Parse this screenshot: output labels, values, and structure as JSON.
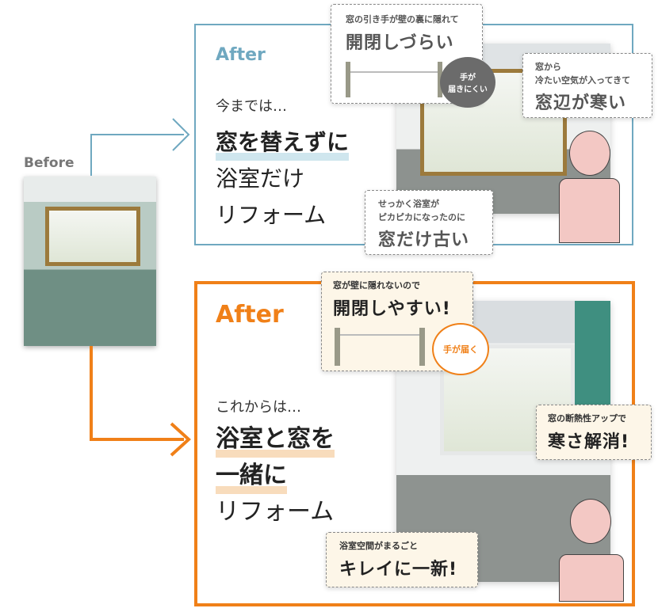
{
  "before": {
    "label": "Before"
  },
  "after_old": {
    "label": "After",
    "line1": "今までは…",
    "line2": "窓を替えずに",
    "line3": "浴室だけ",
    "line4": "リフォーム",
    "callout1": {
      "small": "窓の引き手が壁の裏に隠れて",
      "big": "開閉しづらい"
    },
    "bubble": "手が\n届きにくい",
    "callout2": {
      "small1": "窓から",
      "small2": "冷たい空気が入ってきて",
      "big": "窓辺が寒い"
    },
    "callout3": {
      "small1": "せっかく浴室が",
      "small2": "ピカピカになったのに",
      "big": "窓だけ古い"
    }
  },
  "after_new": {
    "label": "After",
    "line1": "これからは…",
    "line2": "浴室と窓を",
    "line3": "一緒に",
    "line4": "リフォーム",
    "callout1": {
      "small": "窓が壁に隠れないので",
      "big": "開閉しやすい!"
    },
    "bubble": "手が届く",
    "callout2": {
      "small": "窓の断熱性アップで",
      "big": "寒さ解消!"
    },
    "callout3": {
      "small": "浴室空間がまるごと",
      "big": "キレイに一新!"
    }
  },
  "colors": {
    "blue": "#6fa8c0",
    "orange": "#f08018"
  }
}
